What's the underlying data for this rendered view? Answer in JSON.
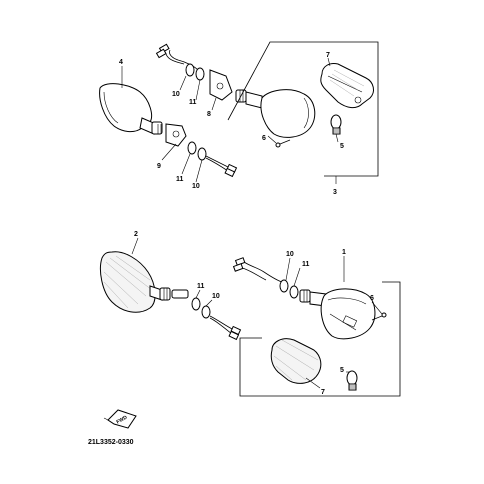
{
  "callouts": {
    "c1": "1",
    "c2": "2",
    "c3": "3",
    "c4": "4",
    "c5a": "5",
    "c5b": "5",
    "c6a": "6",
    "c6b": "6",
    "c7a": "7",
    "c7b": "7",
    "c8": "8",
    "c9": "9",
    "c10a": "10",
    "c10b": "10",
    "c10c": "10",
    "c10d": "10",
    "c11a": "11",
    "c11b": "11",
    "c11c": "11",
    "c11d": "11"
  },
  "fwd_label": "FWD",
  "diagram_code": "21L3352-0330"
}
